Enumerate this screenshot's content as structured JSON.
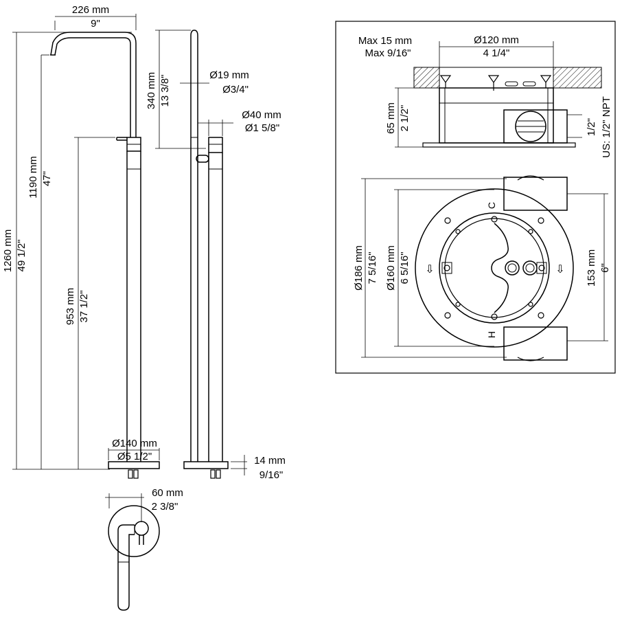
{
  "spout": {
    "width_mm": "226 mm",
    "width_in": "9\"",
    "total_height_mm": "1260 mm",
    "total_height_in": "49 1/2\"",
    "outlet_height_mm": "1190 mm",
    "outlet_height_in": "47\"",
    "valve_height_mm": "953 mm",
    "valve_height_in": "37 1/2\"",
    "base_diameter_mm": "Ø140 mm",
    "base_diameter_in": "Ø5 1/2\""
  },
  "side": {
    "riser_drop_mm": "340 mm",
    "riser_drop_in": "13 3/8\"",
    "tube_diameter_mm": "Ø19 mm",
    "tube_diameter_in": "Ø3/4\"",
    "body_diameter_mm": "Ø40 mm",
    "body_diameter_in": "Ø1 5/8\"",
    "base_thickness_mm": "14 mm",
    "base_thickness_in": "9/16\""
  },
  "top": {
    "handle_offset_mm": "60 mm",
    "handle_offset_in": "2 3/8\""
  },
  "rough_in": {
    "floor_max_mm": "Max 15 mm",
    "floor_max_in": "Max 9/16\"",
    "body_diameter_mm": "Ø120 mm",
    "body_diameter_in": "4 1/4\"",
    "depth_mm": "65 mm",
    "depth_in": "2 1/2\"",
    "inlet_1": "1/2\"",
    "inlet_2": "US: 1/2\" NPT",
    "flange_diameter_mm": "Ø186 mm",
    "flange_diameter_in": "7 5/16\"",
    "ring_diameter_mm": "Ø160 mm",
    "ring_diameter_in": "6 5/16\"",
    "inlet_spacing_mm": "153 mm",
    "inlet_spacing_in": "6\"",
    "cold_label": "C",
    "hot_label": "H",
    "arrow_glyph": "⇩"
  }
}
